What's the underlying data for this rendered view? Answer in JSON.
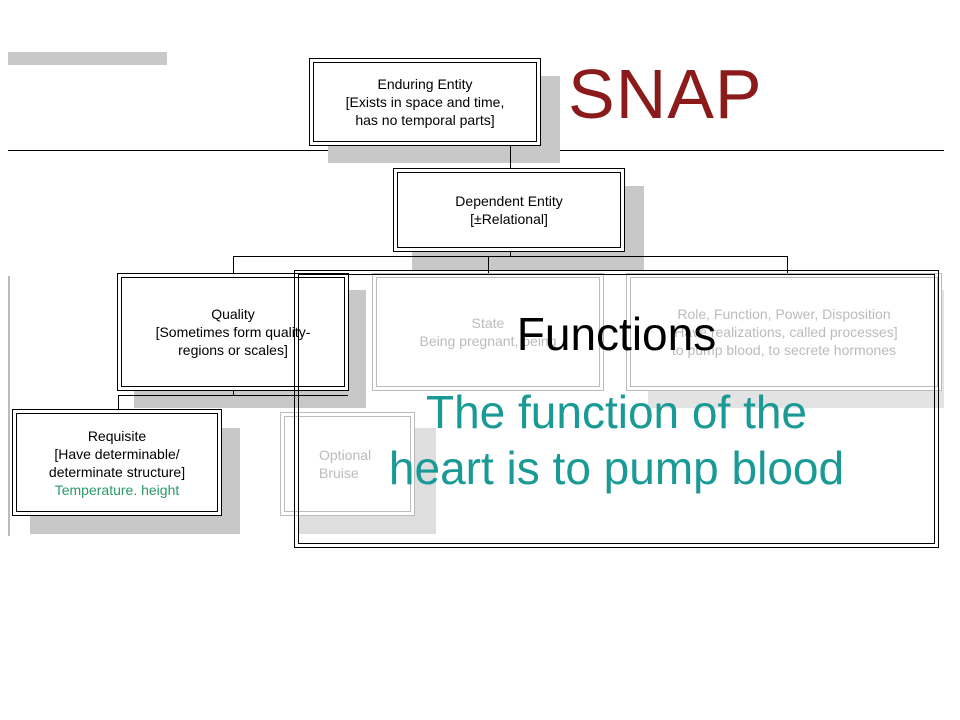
{
  "title": "SNAP",
  "boxes": {
    "enduring": {
      "line1": "Enduring Entity",
      "line2": "[Exists in space and time,",
      "line3": "has no temporal parts]"
    },
    "dependent": {
      "line1": "Dependent Entity",
      "line2": "[±Relational]"
    },
    "quality": {
      "line1": "Quality",
      "line2": "[Sometimes form quality-",
      "line3": "regions or scales]"
    },
    "state": {
      "line1": "State",
      "line2": "Being pregnant, being"
    },
    "role": {
      "line1": "Role, Function, Power, Disposition",
      "line2": "[Have realizations, called processes]",
      "line3": "to pump blood, to secrete hormones"
    },
    "requisite": {
      "line1": "Requisite",
      "line2": "[Have determinable/",
      "line3": "determinate structure]",
      "example": "Temperature. height"
    },
    "optional": {
      "line1": "Optional",
      "line2": "Bruise"
    }
  },
  "overlay": {
    "heading": "Functions",
    "body_line1": "The function of the",
    "body_line2": "heart is to pump blood"
  },
  "colors": {
    "title": "#8b1a1a",
    "overlay_body": "#1a9a96",
    "example": "#2a9a6a"
  }
}
